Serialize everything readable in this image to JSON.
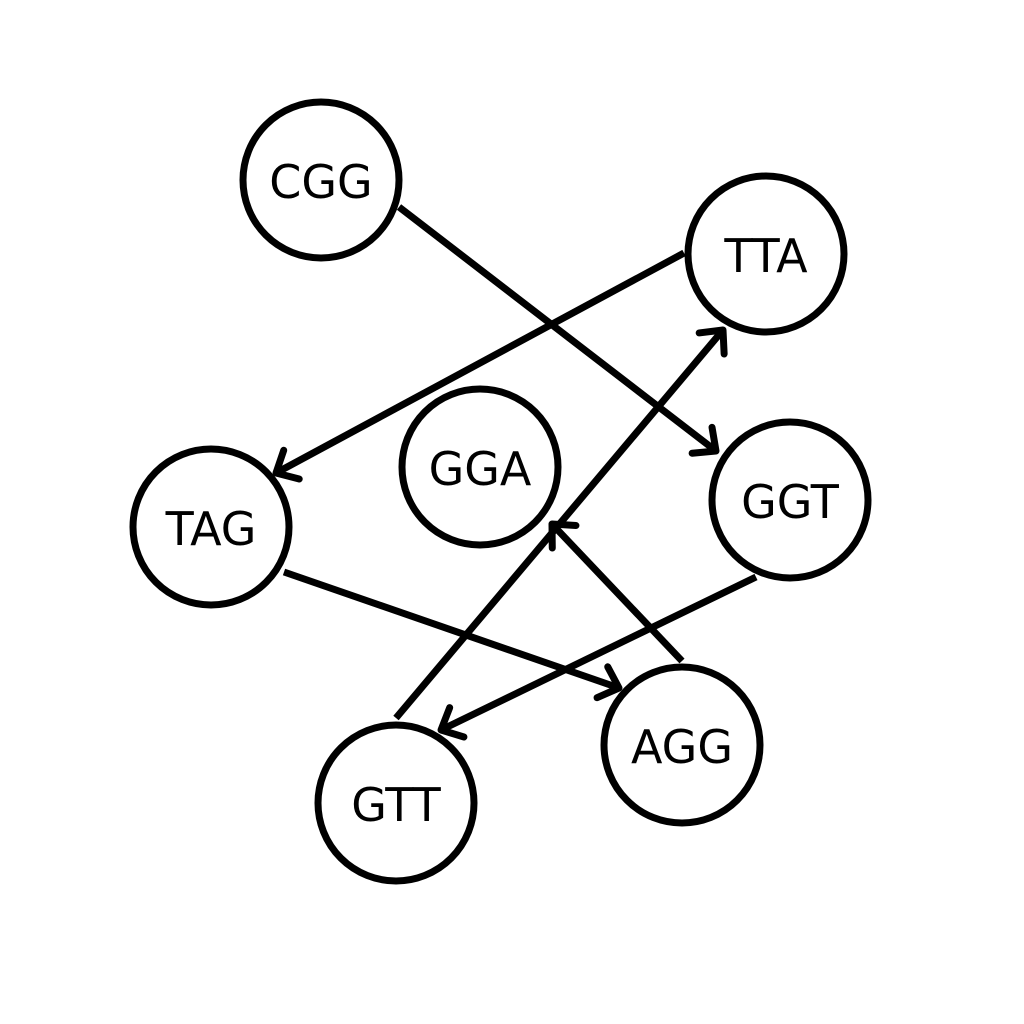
{
  "diagram": {
    "nodes": [
      {
        "id": "CGG",
        "label": "CGG"
      },
      {
        "id": "TTA",
        "label": "TTA"
      },
      {
        "id": "GGA",
        "label": "GGA"
      },
      {
        "id": "TAG",
        "label": "TAG"
      },
      {
        "id": "GGT",
        "label": "GGT"
      },
      {
        "id": "AGG",
        "label": "AGG"
      },
      {
        "id": "GTT",
        "label": "GTT"
      }
    ],
    "edges": [
      {
        "from": "CGG",
        "to": "GGT"
      },
      {
        "from": "TTA",
        "to": "TAG"
      },
      {
        "from": "TAG",
        "to": "AGG"
      },
      {
        "from": "GGT",
        "to": "GTT"
      },
      {
        "from": "AGG",
        "to": "GGA"
      },
      {
        "from": "GTT",
        "to": "TTA"
      }
    ],
    "colors": {
      "stroke": "#000000",
      "background": "#ffffff"
    }
  }
}
